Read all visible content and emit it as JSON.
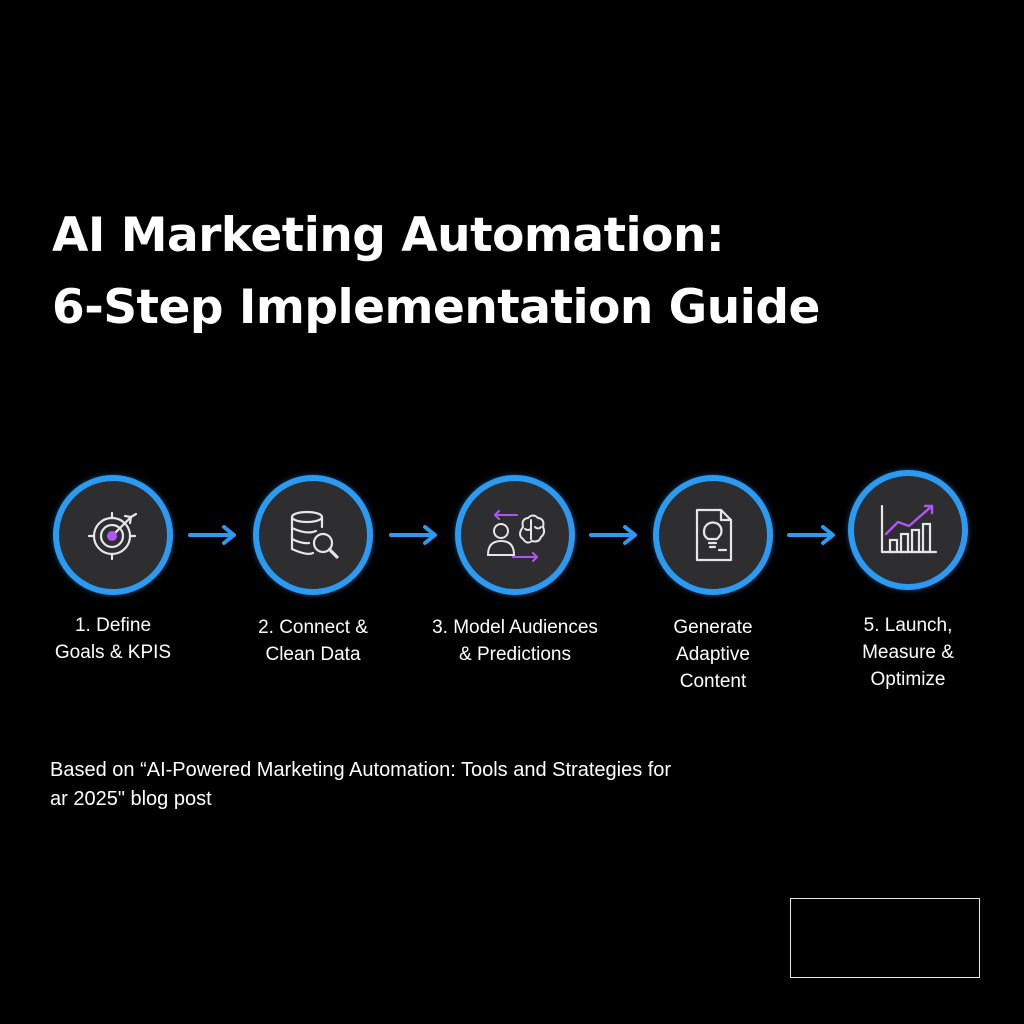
{
  "title": {
    "line1": "AI Marketing Automation:",
    "line2": "6-Step Implementation Guide"
  },
  "colors": {
    "background": "#000000",
    "accent_blue": "#2b9af3",
    "accent_purple": "#b055f5",
    "circle_fill": "#2e2e30",
    "text": "#ffffff"
  },
  "steps": [
    {
      "icon": "target-icon",
      "label_lines": [
        "1. Define",
        "Goals & KPIS"
      ]
    },
    {
      "icon": "database-search-icon",
      "label_lines": [
        "2. Connect &",
        "Clean Data"
      ]
    },
    {
      "icon": "audience-brain-icon",
      "label_lines": [
        "3. Model Audiences",
        "& Predictions"
      ]
    },
    {
      "icon": "document-lightbulb-icon",
      "label_lines": [
        "Generate",
        "Adaptive",
        "Content"
      ]
    },
    {
      "icon": "growth-chart-icon",
      "label_lines": [
        "5. Launch,",
        "Measure &",
        "Optimize"
      ]
    }
  ],
  "source": {
    "line1": "Based on “AI-Powered Marketing Automation: Tools and Strategies for",
    "line2": "ar 2025\" blog post"
  }
}
